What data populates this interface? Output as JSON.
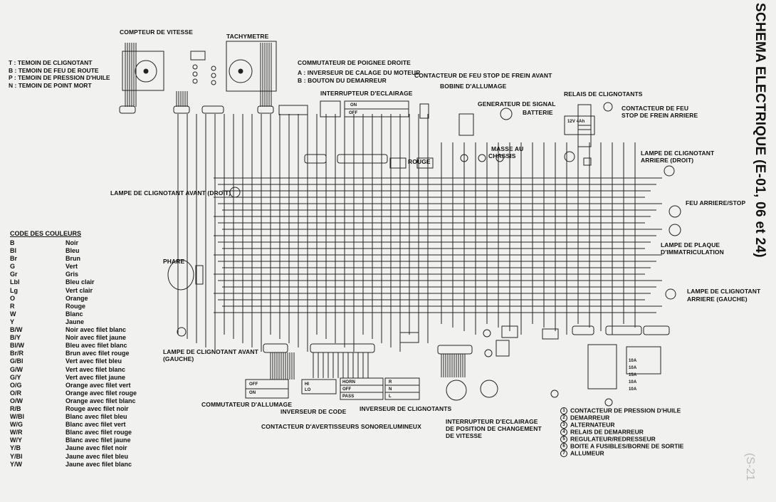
{
  "title": "SCHEMA ELECTRIQUE (E-01, 06 et 24)",
  "page_number": "(S-21",
  "indicator_legend": [
    "T : TEMOIN DE CLIGNOTANT",
    "B : TEMOIN DE FEU DE ROUTE",
    "P : TEMOIN DE PRESSION D'HUILE",
    "N : TEMOIN DE POINT MORT"
  ],
  "component_labels": {
    "compteur": "COMPTEUR DE VITESSE",
    "tachymetre": "TACHYMETRE",
    "commutateur_droite": "COMMUTATEUR DE POIGNEE DROITE",
    "inverseur_calage": "A : INVERSEUR DE CALAGE DU MOTEUR",
    "bouton_demarreur": "B : BOUTON DU DEMARREUR",
    "contacteur_stop_avant": "CONTACTEUR DE FEU STOP DE FREIN AVANT",
    "bobine": "BOBINE D'ALLUMAGE",
    "interrupteur_eclairage": "INTERRUPTEUR D'ECLAIRAGE",
    "generateur_signal": "GENERATEUR DE SIGNAL",
    "batterie": "BATTERIE",
    "relais_clignotants": "RELAIS DE CLIGNOTANTS",
    "contacteur_stop_arriere_1": "CONTACTEUR DE FEU",
    "contacteur_stop_arriere_2": "STOP DE FREIN ARRIERE",
    "masse_1": "MASSE AU",
    "masse_2": "CHASSIS",
    "rouge": "ROUGE",
    "lampe_ar_droit_1": "LAMPE DE CLIGNOTANT",
    "lampe_ar_droit_2": "ARRIERE (DROIT)",
    "lampe_av_droit": "LAMPE DE CLIGNOTANT AVANT (DROIT)",
    "feu_arriere": "FEU ARRIERE/STOP",
    "phare": "PHARE",
    "plaque_1": "LAMPE DE PLAQUE",
    "plaque_2": "D'IMMATRICULATION",
    "lampe_ar_gauche_1": "LAMPE DE CLIGNOTANT",
    "lampe_ar_gauche_2": "ARRIERE (GAUCHE)",
    "lampe_av_gauche_1": "LAMPE DE CLIGNOTANT AVANT",
    "lampe_av_gauche_2": "(GAUCHE)",
    "commutateur_allumage": "COMMUTATEUR D'ALLUMAGE",
    "inverseur_code": "INVERSEUR DE CODE",
    "inverseur_clignotants": "INVERSEUR DE CLIGNOTANTS",
    "contacteur_avertisseurs": "CONTACTEUR D'AVERTISSEURS SONORE/LUMINEUX",
    "interrupteur_vitesse_1": "INTERRUPTEUR D'ECLAIRAGE",
    "interrupteur_vitesse_2": "DE POSITION DE CHANGEMENT",
    "interrupteur_vitesse_3": "DE VITESSE"
  },
  "switch_texts": {
    "on": "ON",
    "off": "OFF",
    "horn": "HORN",
    "pass": "PASS",
    "hi": "HI",
    "lo": "LO",
    "r": "R",
    "l": "L",
    "n": "N",
    "battery": "12V 4Ah"
  },
  "fuse_labels": [
    "10A",
    "10A",
    "15A",
    "10A",
    "10A"
  ],
  "numbered_list": [
    {
      "num": "1",
      "label": "CONTACTEUR DE PRESSION D'HUILE"
    },
    {
      "num": "2",
      "label": "DEMARREUR"
    },
    {
      "num": "3",
      "label": "ALTERNATEUR"
    },
    {
      "num": "4",
      "label": "RELAIS DE DEMARREUR"
    },
    {
      "num": "5",
      "label": "REGULATEUR/REDRESSEUR"
    },
    {
      "num": "6",
      "label": "BOITE A FUSIBLES/BORNE DE SORTIE"
    },
    {
      "num": "7",
      "label": "ALLUMEUR"
    }
  ],
  "color_codes_title": "CODE DES COULEURS",
  "color_codes": [
    {
      "code": "B",
      "name": "Noir"
    },
    {
      "code": "Bl",
      "name": "Bleu"
    },
    {
      "code": "Br",
      "name": "Brun"
    },
    {
      "code": "G",
      "name": "Vert"
    },
    {
      "code": "Gr",
      "name": "Gris"
    },
    {
      "code": "Lbl",
      "name": "Bleu clair"
    },
    {
      "code": "Lg",
      "name": "Vert clair"
    },
    {
      "code": "O",
      "name": "Orange"
    },
    {
      "code": "R",
      "name": "Rouge"
    },
    {
      "code": "W",
      "name": "Blanc"
    },
    {
      "code": "Y",
      "name": "Jaune"
    },
    {
      "code": "B/W",
      "name": "Noir avec filet blanc"
    },
    {
      "code": "B/Y",
      "name": "Noir avec filet jaune"
    },
    {
      "code": "Bl/W",
      "name": "Bleu avec filet blanc"
    },
    {
      "code": "Br/R",
      "name": "Brun avec filet rouge"
    },
    {
      "code": "G/Bl",
      "name": "Vert avec filet bleu"
    },
    {
      "code": "G/W",
      "name": "Vert avec filet blanc"
    },
    {
      "code": "G/Y",
      "name": "Vert avec filet jaune"
    },
    {
      "code": "O/G",
      "name": "Orange avec filet vert"
    },
    {
      "code": "O/R",
      "name": "Orange avec filet rouge"
    },
    {
      "code": "O/W",
      "name": "Orange avec filet blanc"
    },
    {
      "code": "R/B",
      "name": "Rouge avec filet noir"
    },
    {
      "code": "W/Bl",
      "name": "Blanc avec filet bleu"
    },
    {
      "code": "W/G",
      "name": "Blanc avec filet vert"
    },
    {
      "code": "W/R",
      "name": "Blanc avec filet rouge"
    },
    {
      "code": "W/Y",
      "name": "Blanc avec filet jaune"
    },
    {
      "code": "Y/B",
      "name": "Jaune avec filet noir"
    },
    {
      "code": "Y/Bl",
      "name": "Jaune avec filet bleu"
    },
    {
      "code": "Y/W",
      "name": "Jaune avec filet blanc"
    }
  ]
}
